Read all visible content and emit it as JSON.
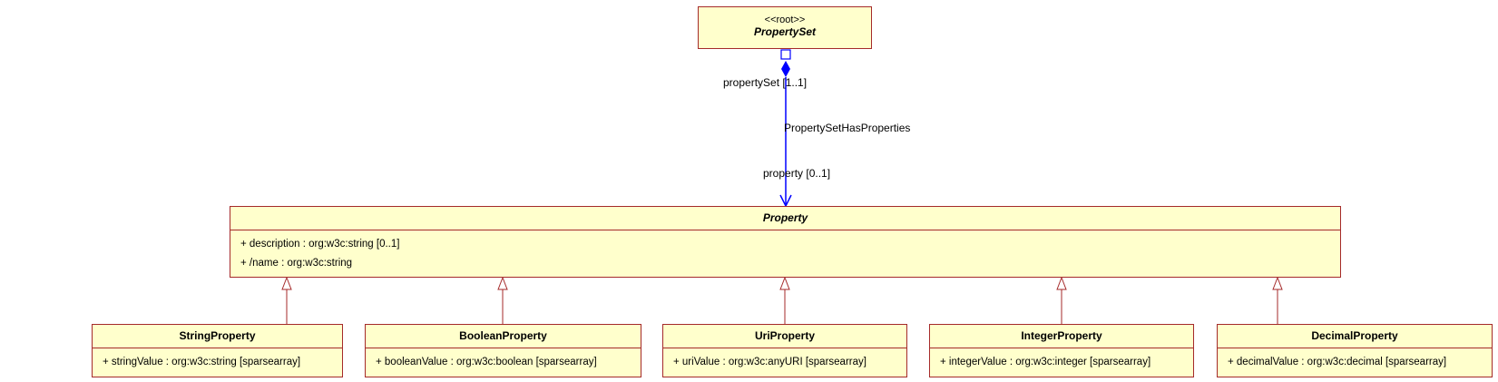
{
  "root_class": {
    "stereotype": "<<root>>",
    "name": "PropertySet"
  },
  "association": {
    "name": "PropertySetHasProperties",
    "source_role": "propertySet [1..1]",
    "target_role": "property [0..1]"
  },
  "property_class": {
    "name": "Property",
    "attributes": [
      "+ description : org:w3c:string [0..1]",
      "+ /name : org:w3c:string"
    ]
  },
  "subclasses": [
    {
      "name": "StringProperty",
      "attribute": "+ stringValue : org:w3c:string [sparsearray]"
    },
    {
      "name": "BooleanProperty",
      "attribute": "+ booleanValue : org:w3c:boolean [sparsearray]"
    },
    {
      "name": "UriProperty",
      "attribute": "+ uriValue : org:w3c:anyURI [sparsearray]"
    },
    {
      "name": "IntegerProperty",
      "attribute": "+ integerValue : org:w3c:integer [sparsearray]"
    },
    {
      "name": "DecimalProperty",
      "attribute": "+ decimalValue : org:w3c:decimal [sparsearray]"
    }
  ],
  "colors": {
    "box_fill": "#ffffcc",
    "box_border": "#a52a2a",
    "association": "#0000ff"
  }
}
